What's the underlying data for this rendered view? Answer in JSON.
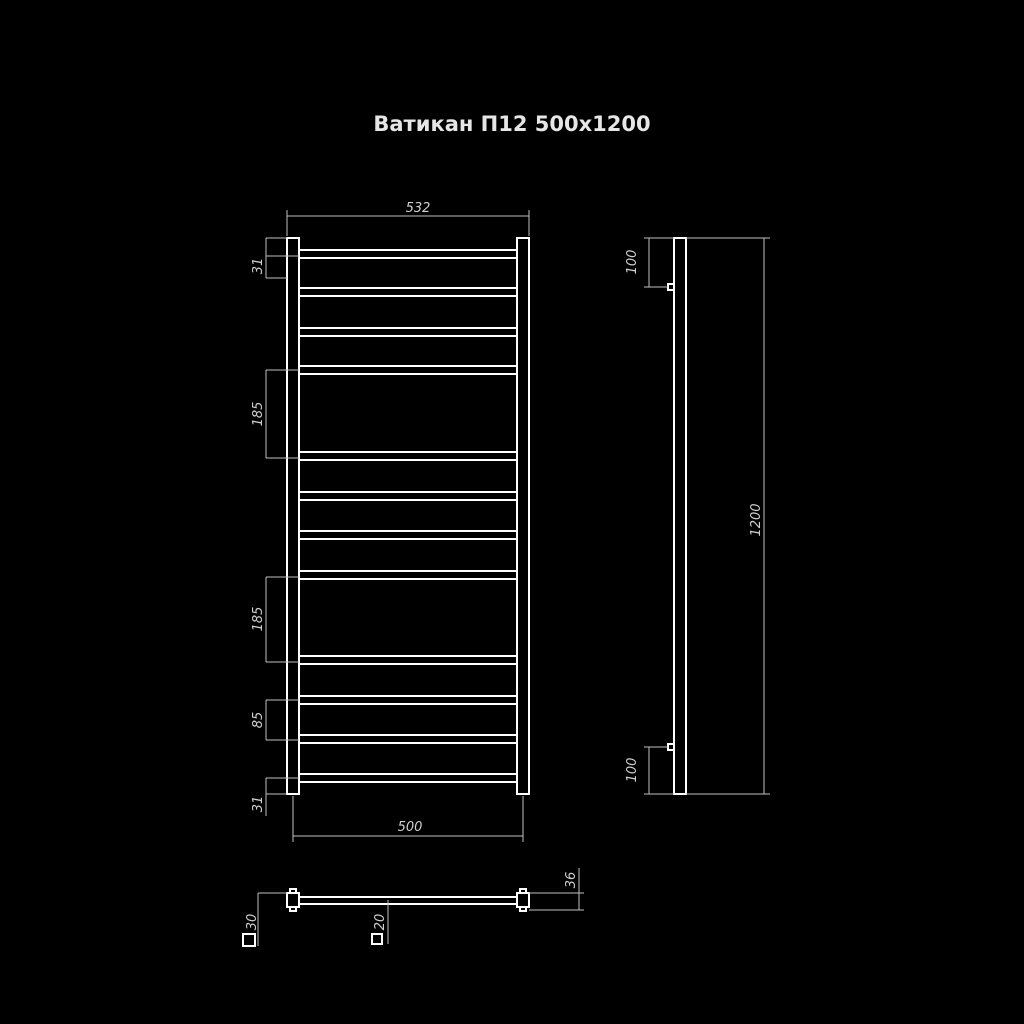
{
  "drawing": {
    "title": "Ватикан П12 500х1200",
    "colors": {
      "background": "#000000",
      "line": "#ffffff",
      "dimension": "#bfbfbf"
    }
  },
  "front_view": {
    "overall_width_label": "532",
    "axis_width_label": "500",
    "dimensions": {
      "top_offset": "31",
      "gap_1": "185",
      "gap_2": "185",
      "pitch": "85",
      "bottom_offset": "31"
    }
  },
  "side_view": {
    "height_label": "1200",
    "top_mount_label": "100",
    "bottom_mount_label": "100"
  },
  "bottom_view": {
    "depth_label": "36",
    "vertical_profile_label": "30",
    "bar_profile_label": "20"
  }
}
